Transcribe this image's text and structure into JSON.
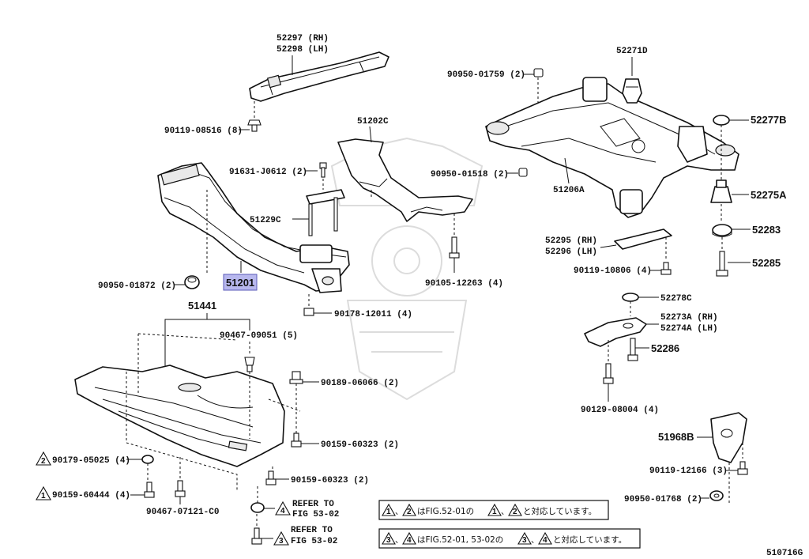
{
  "diagram_code": "510716G",
  "highlight_color": "#b8b8ee",
  "parts": {
    "p52297": "52297 (RH)",
    "p52298": "52298 (LH)",
    "p90119_08516": "90119-08516 (8)",
    "p90950_01759": "90950-01759 (2)",
    "p52271d": "52271D",
    "p52277b": "52277B",
    "p51202c": "51202C",
    "p91631": "91631-J0612 (2)",
    "p90950_01518": "90950-01518 (2)",
    "p51206a": "51206A",
    "p52275a": "52275A",
    "p51229c": "51229C",
    "p52283": "52283",
    "p52295": "52295 (RH)",
    "p52296": "52296 (LH)",
    "p52285": "52285",
    "p90119_10806": "90119-10806 (4)",
    "p90950_01872": "90950-01872 (2)",
    "p51201": "51201",
    "p90105_12263": "90105-12263 (4)",
    "p52278c": "52278C",
    "p51441": "51441",
    "p90178_12011": "90178-12011 (4)",
    "p52273a": "52273A (RH)",
    "p52274a": "52274A (LH)",
    "p90467_09051": "90467-09051 (5)",
    "p52286": "52286",
    "p90189_06066": "90189-06066 (2)",
    "p90129_08004": "90129-08004 (4)",
    "p90159_60323a": "90159-60323 (2)",
    "p51968b": "51968B",
    "p90179_05025": "90179-05025 (4)",
    "p90119_12166": "90119-12166 (3)",
    "p90159_60323b": "90159-60323 (2)",
    "p90159_60444": "90159-60444 (4)",
    "p90950_01768": "90950-01768 (2)",
    "p90467_07121": "90467-07121-C0"
  },
  "callouts": {
    "t1": "1",
    "t2": "2",
    "t3": "3",
    "t4": "4"
  },
  "refer": {
    "r4_line1": "REFER TO",
    "r4_line2": "FIG 53-02",
    "r3_line1": "REFER TO",
    "r3_line2": "FIG 53-02"
  },
  "notes": {
    "note1_a": "1",
    "note1_b": "2",
    "note1_text1": "、",
    "note1_text2": "はFIG.52-01の",
    "note1_c": "1",
    "note1_d": "2",
    "note1_text3": "、",
    "note1_text4": "と対応しています。",
    "note2_a": "3",
    "note2_b": "4",
    "note2_text1": "、",
    "note2_text2": "はFIG.52-01, 53-02の",
    "note2_c": "3",
    "note2_d": "4",
    "note2_text3": "、",
    "note2_text4": "と対応しています。"
  }
}
